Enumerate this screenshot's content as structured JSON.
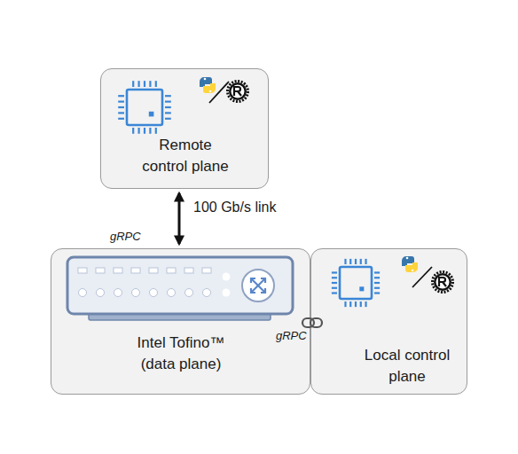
{
  "diagram": {
    "nodes": [
      {
        "text": [
          "Remote control plane"
        ]
      },
      {
        "text": [
          "Intel Tofino™ (data plane)"
        ]
      },
      {
        "text": [
          "Local control plane"
        ]
      }
    ],
    "edges": [
      {
        "from": 0,
        "to": 1,
        "arrow": "both",
        "label": "100 Gb/s link"
      }
    ],
    "labels": [
      "gRPC",
      "gRPC"
    ]
  }
}
